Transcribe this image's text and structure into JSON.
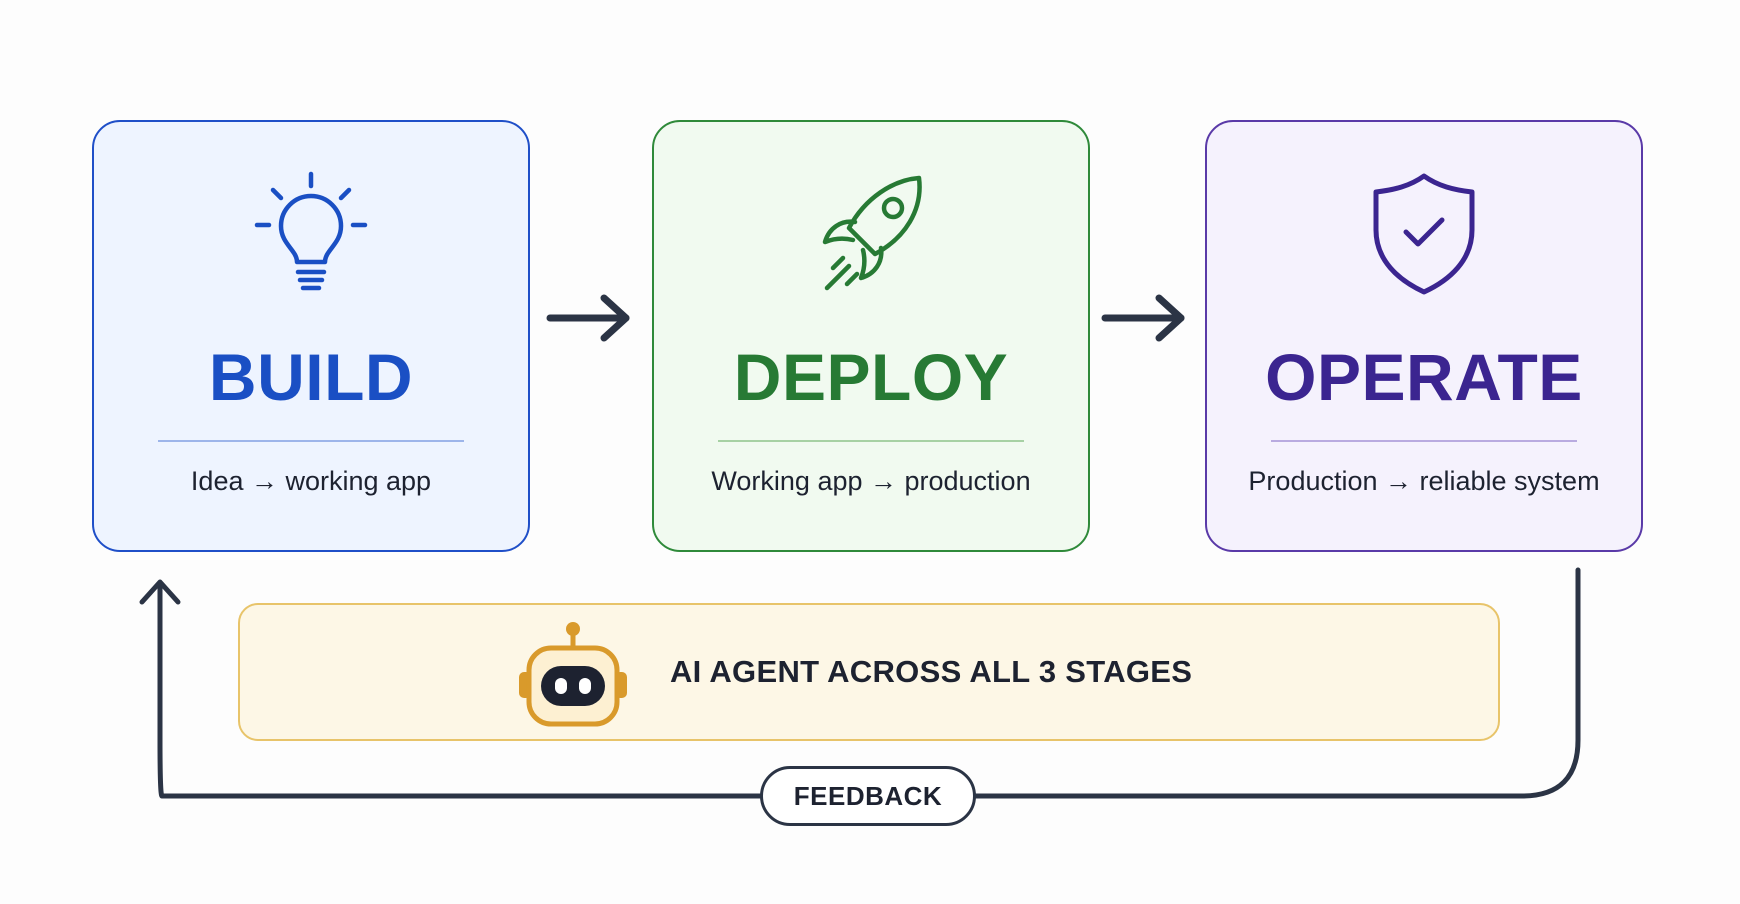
{
  "stages": [
    {
      "title": "BUILD",
      "subtitle": "Idea → working app",
      "icon": "lightbulb-icon",
      "color": "#1a4fc4"
    },
    {
      "title": "DEPLOY",
      "subtitle": "Working app → production",
      "icon": "rocket-icon",
      "color": "#277a34"
    },
    {
      "title": "OPERATE",
      "subtitle": "Production → reliable system",
      "icon": "shield-check-icon",
      "color": "#3b2590"
    }
  ],
  "agent": {
    "label": "AI AGENT ACROSS ALL 3 STAGES",
    "icon": "robot-icon",
    "accent": "#d99a2b"
  },
  "feedback": {
    "label": "FEEDBACK"
  },
  "connector_color": "#2b3445"
}
